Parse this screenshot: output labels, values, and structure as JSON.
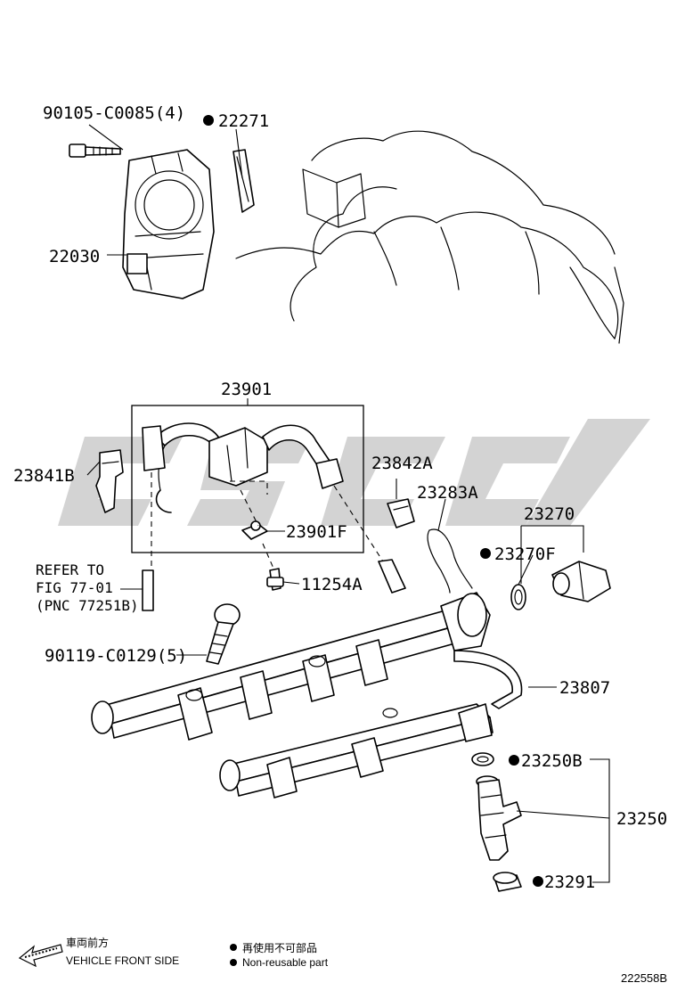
{
  "labels": {
    "bolt_90105": "90105-C0085(4)",
    "gasket_22271": "22271",
    "throttle_22030": "22030",
    "hose_23901": "23901",
    "clamp_23841B": "23841B",
    "clamp_23842A": "23842A",
    "ring_23283A": "23283A",
    "damper_23270": "23270",
    "oring_23270F": "23270F",
    "clamp_23901F": "23901F",
    "bolt_11254A": "11254A",
    "refer_line1": "REFER TO",
    "refer_line2": "FIG 77-01",
    "refer_line3": "(PNC 77251B)",
    "bolt_90119": "90119-C0129(5)",
    "pipe_23807": "23807",
    "oring_23250B": "23250B",
    "injector_23250": "23250",
    "insulator_23291": "23291"
  },
  "legend": {
    "front_jp": "車両前方",
    "front_en": "VEHICLE FRONT SIDE",
    "nonreuse_jp": "再使用不可部品",
    "nonreuse_en": "Non-reusable part"
  },
  "figure_id": "222558B",
  "colors": {
    "line": "#000000",
    "watermark": "#d3d3d3",
    "background": "#ffffff"
  }
}
